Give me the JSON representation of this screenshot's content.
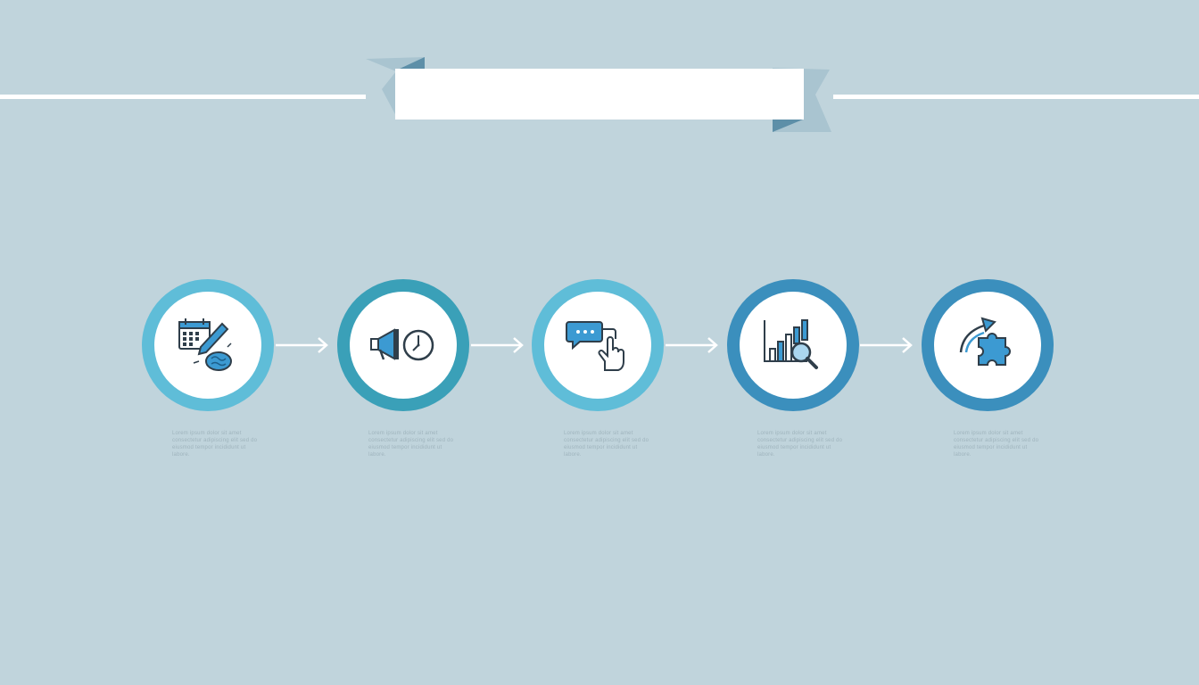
{
  "banner": {
    "title": ""
  },
  "colors": {
    "background": "#c0d4dc",
    "ribbon_fold": "#7aa6bc",
    "ring_light": "#5fbdd8",
    "ring_teal": "#3aa0b8",
    "ring_dark": "#3b8fbd",
    "icon_stroke": "#2f3e4a",
    "icon_fill": "#3c9ad2"
  },
  "steps": [
    {
      "icon": "calendar-pencil-brain-icon",
      "caption": "Lorem ipsum dolor sit amet consectetur adipiscing elit sed do eiusmod tempor incididunt ut labore."
    },
    {
      "icon": "megaphone-clock-icon",
      "caption": "Lorem ipsum dolor sit amet consectetur adipiscing elit sed do eiusmod tempor incididunt ut labore."
    },
    {
      "icon": "chat-bubble-hand-icon",
      "caption": "Lorem ipsum dolor sit amet consectetur adipiscing elit sed do eiusmod tempor incididunt ut labore."
    },
    {
      "icon": "bar-chart-magnifier-icon",
      "caption": "Lorem ipsum dolor sit amet consectetur adipiscing elit sed do eiusmod tempor incididunt ut labore."
    },
    {
      "icon": "puzzle-arrow-icon",
      "caption": "Lorem ipsum dolor sit amet consectetur adipiscing elit sed do eiusmod tempor incididunt ut labore."
    }
  ]
}
